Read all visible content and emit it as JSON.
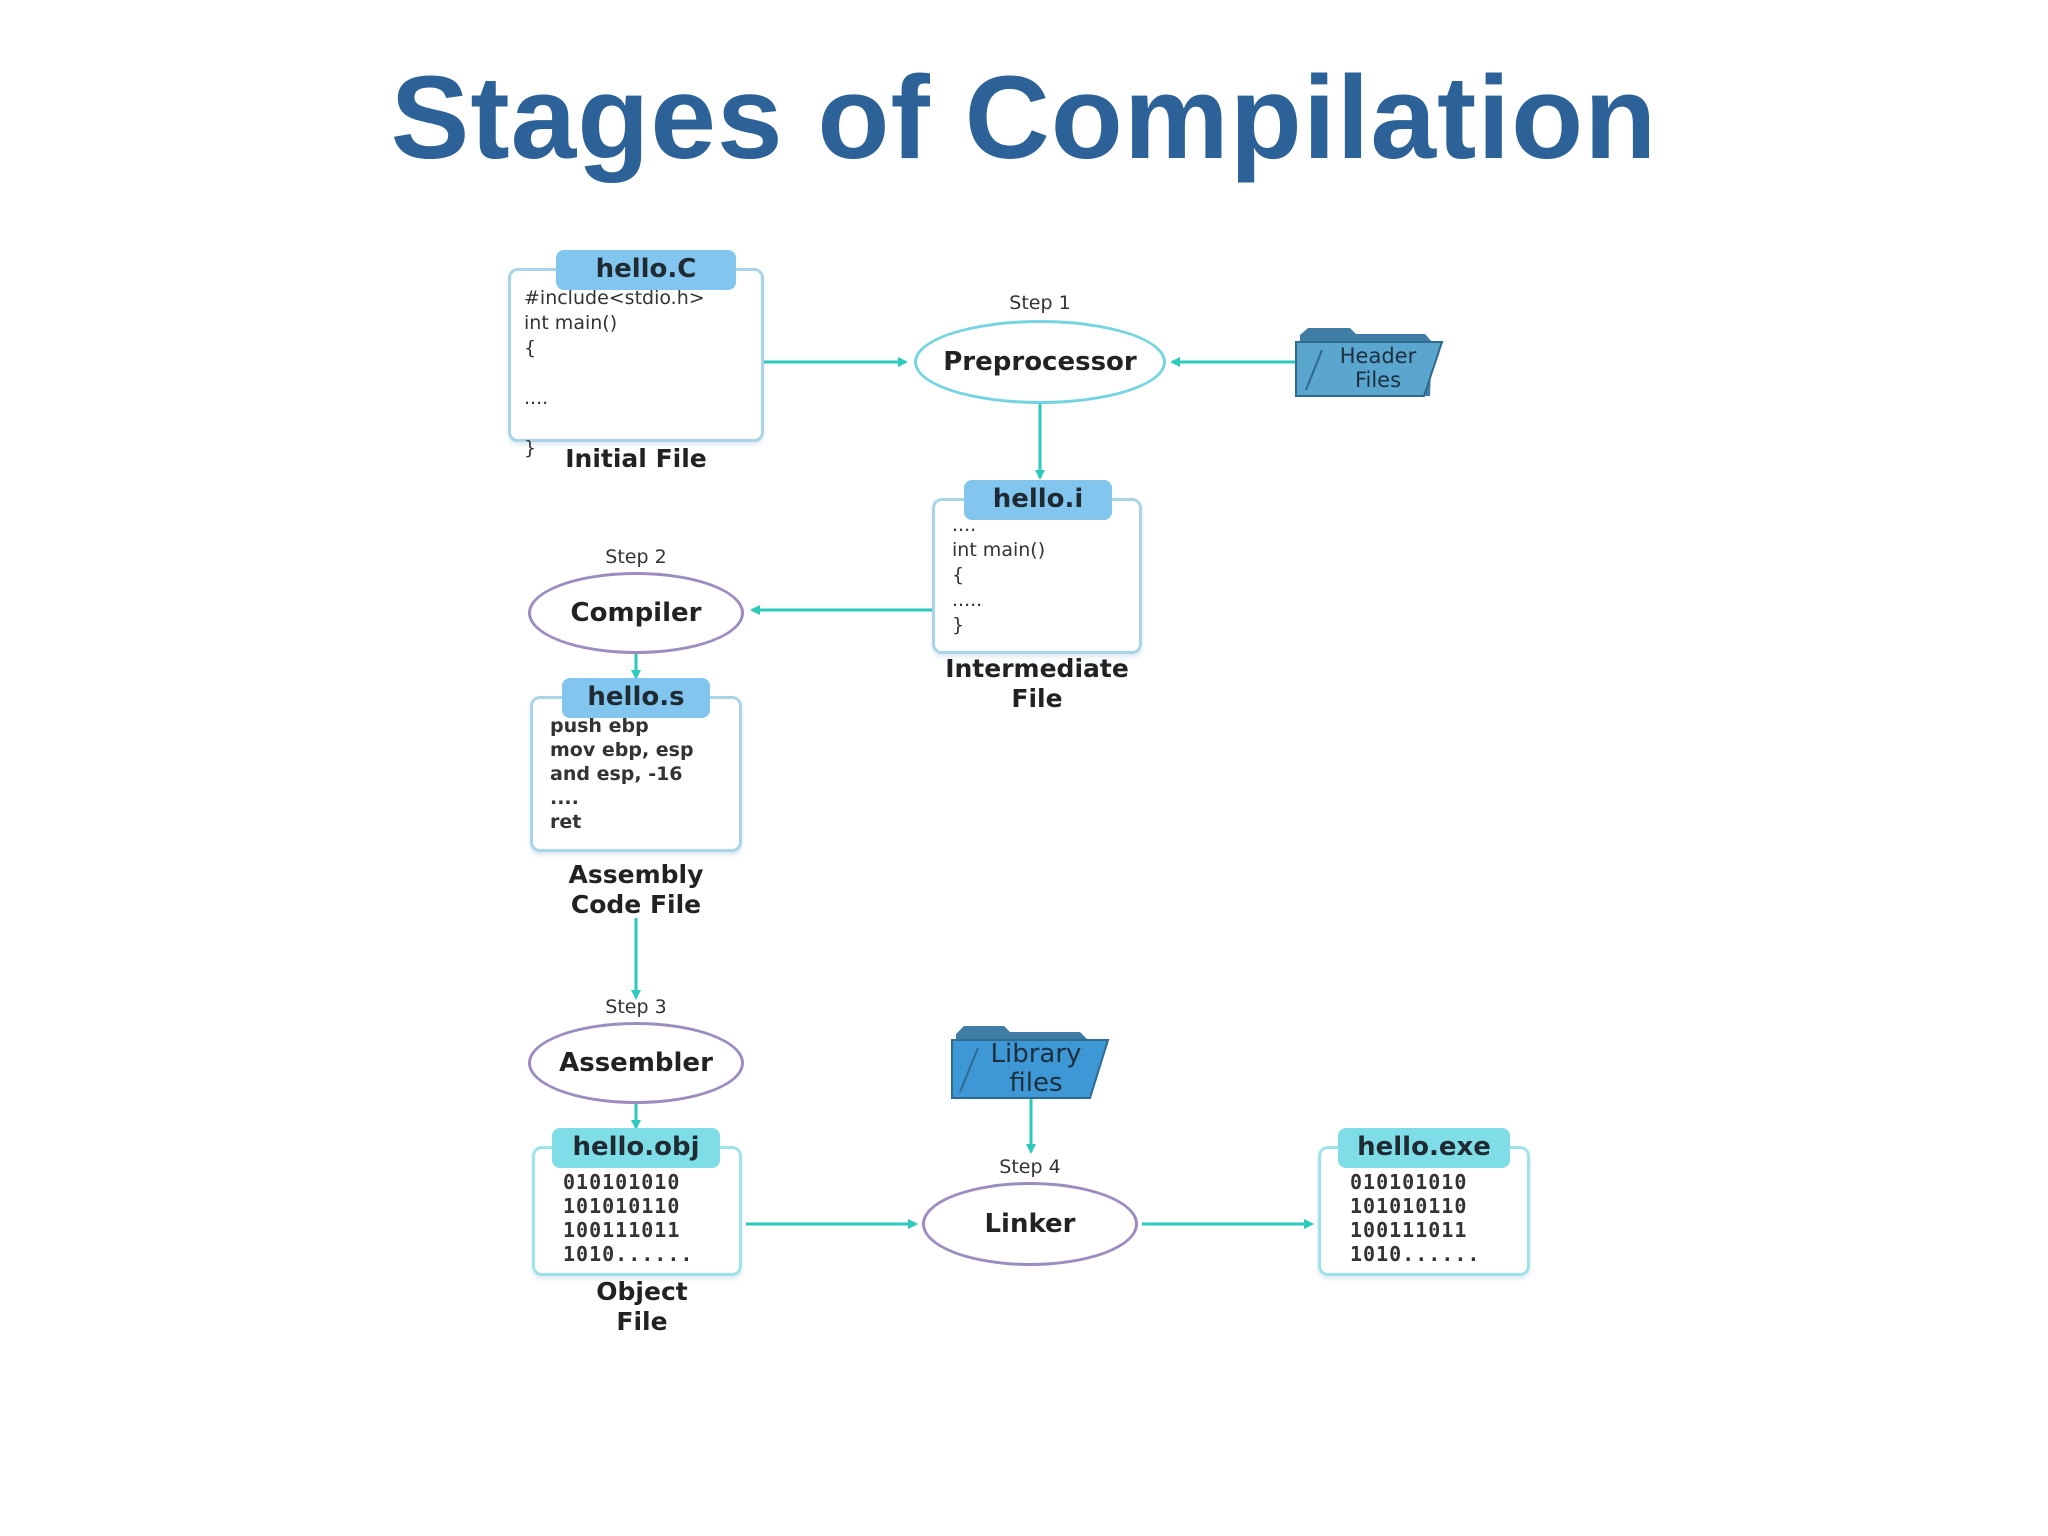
{
  "title": "Stages of Compilation",
  "cards": {
    "initial": {
      "tag": "hello.C",
      "lines": "#include<stdio.h>\nint main()\n{\n\n....\n\n}",
      "caption": "Initial File"
    },
    "intermediate": {
      "tag": "hello.i",
      "lines": "....\nint main()\n{\n.....\n}",
      "caption": "Intermediate\nFile"
    },
    "assembly": {
      "tag": "hello.s",
      "lines": "push ebp\nmov ebp, esp\nand esp, -16\n....\nret",
      "caption": "Assembly\nCode File"
    },
    "object": {
      "tag": "hello.obj",
      "lines": "010101010\n101010110\n100111011\n1010......",
      "caption": "Object\nFile"
    },
    "executable": {
      "tag": "hello.exe",
      "lines": "010101010\n101010110\n100111011\n1010......"
    }
  },
  "nodes": {
    "preprocessor": {
      "label": "Preprocessor",
      "step": "Step 1"
    },
    "compiler": {
      "label": "Compiler",
      "step": "Step 2"
    },
    "assembler": {
      "label": "Assembler",
      "step": "Step 3"
    },
    "linker": {
      "label": "Linker",
      "step": "Step 4"
    }
  },
  "folders": {
    "header": {
      "label": "Header\nFiles"
    },
    "library": {
      "label": "Library\nfiles"
    }
  },
  "colors": {
    "title": "#2c6298",
    "arrow": "#2cc9bd",
    "tag_blue": "#82c6f0",
    "tag_cyan": "#7fdde8",
    "folder": "#5aa6cf"
  }
}
